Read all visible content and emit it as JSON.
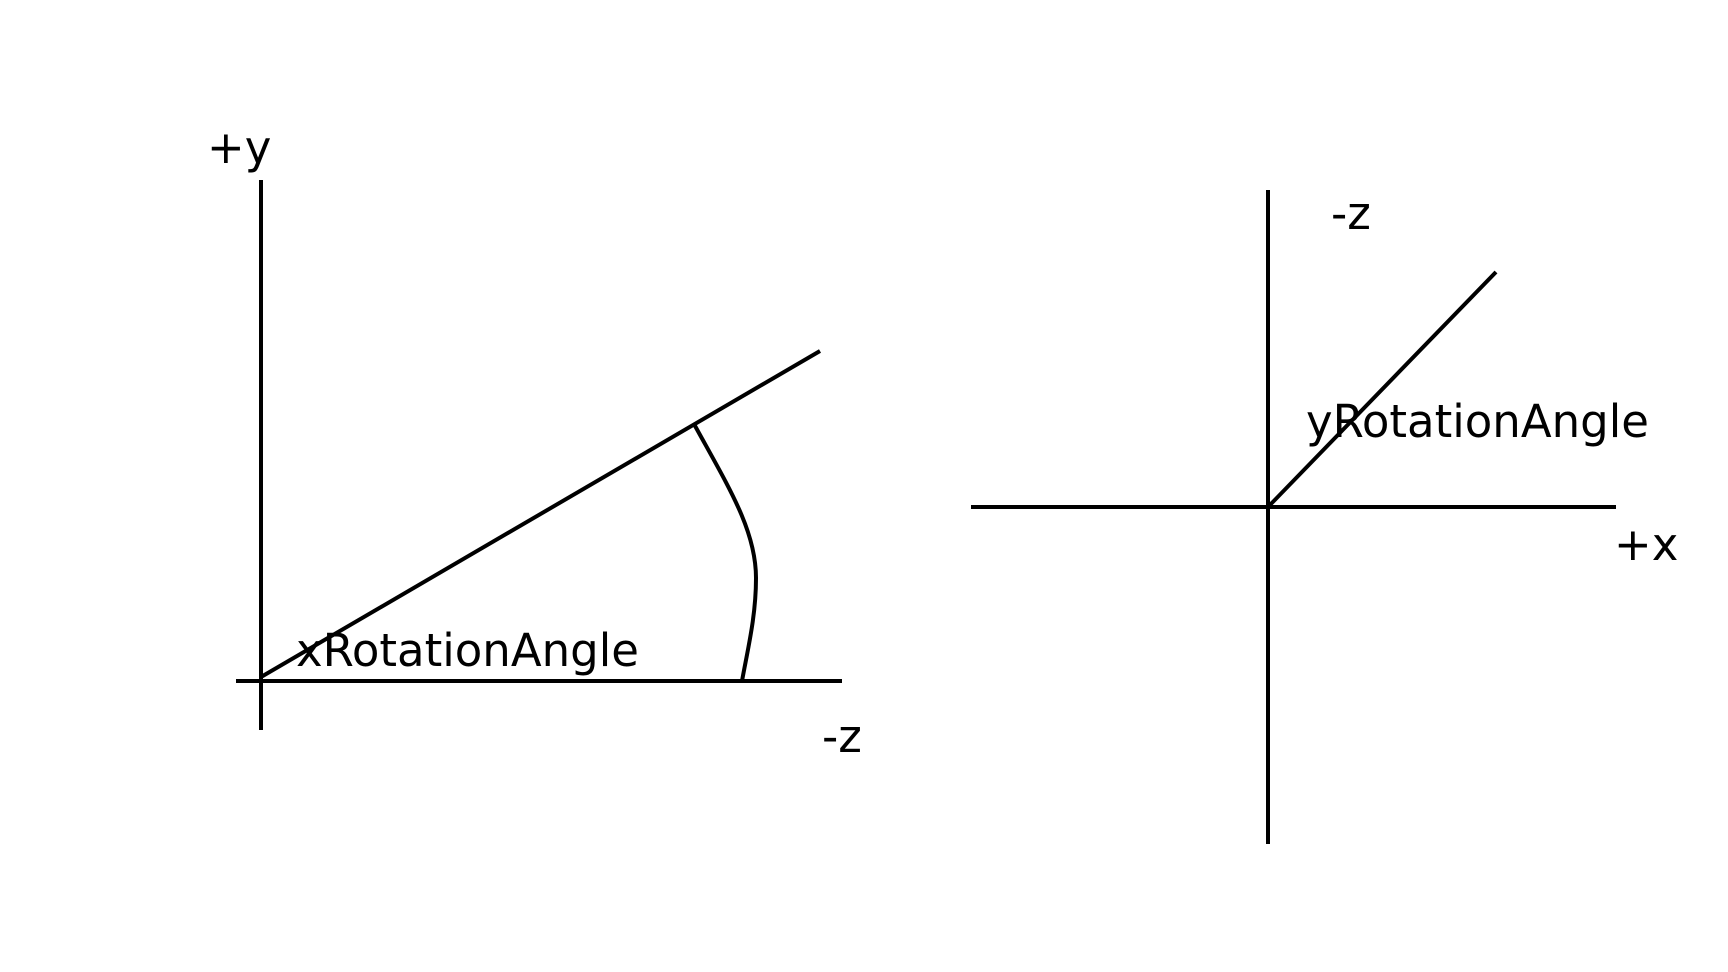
{
  "colors": {
    "background": "#ffffff",
    "stroke": "#000000",
    "text": "#000000"
  },
  "left_diagram": {
    "axis_y_label": "+y",
    "axis_z_label": "-z",
    "angle_label": "xRotationAngle"
  },
  "right_diagram": {
    "axis_z_label": "-z",
    "axis_x_label": "+x",
    "angle_label": "yRotationAngle"
  }
}
